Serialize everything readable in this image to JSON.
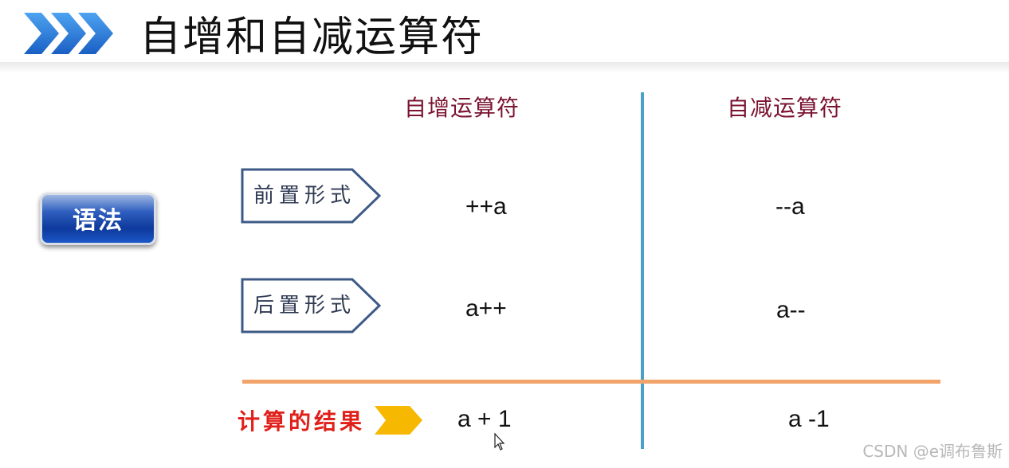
{
  "slide": {
    "title": "自增和自减运算符",
    "syntax_label": "语法",
    "columns": {
      "increment": "自增运算符",
      "decrement": "自减运算符"
    },
    "rows": [
      {
        "label": "前置形式",
        "increment": "++a",
        "decrement": "--a"
      },
      {
        "label": "后置形式",
        "increment": "a++",
        "decrement": "a--"
      }
    ],
    "result": {
      "label": "计算的结果",
      "increment": "a + 1",
      "decrement": "a -1"
    }
  },
  "watermark": "CSDN @e调布鲁斯",
  "colors": {
    "column_header": "#7b1430",
    "divider_vertical": "#4aa0c8",
    "divider_horizontal": "#f1a36a",
    "result_label": "#e0201a",
    "result_arrow": "#f6b800",
    "button_blue": "#0d3a9c"
  }
}
